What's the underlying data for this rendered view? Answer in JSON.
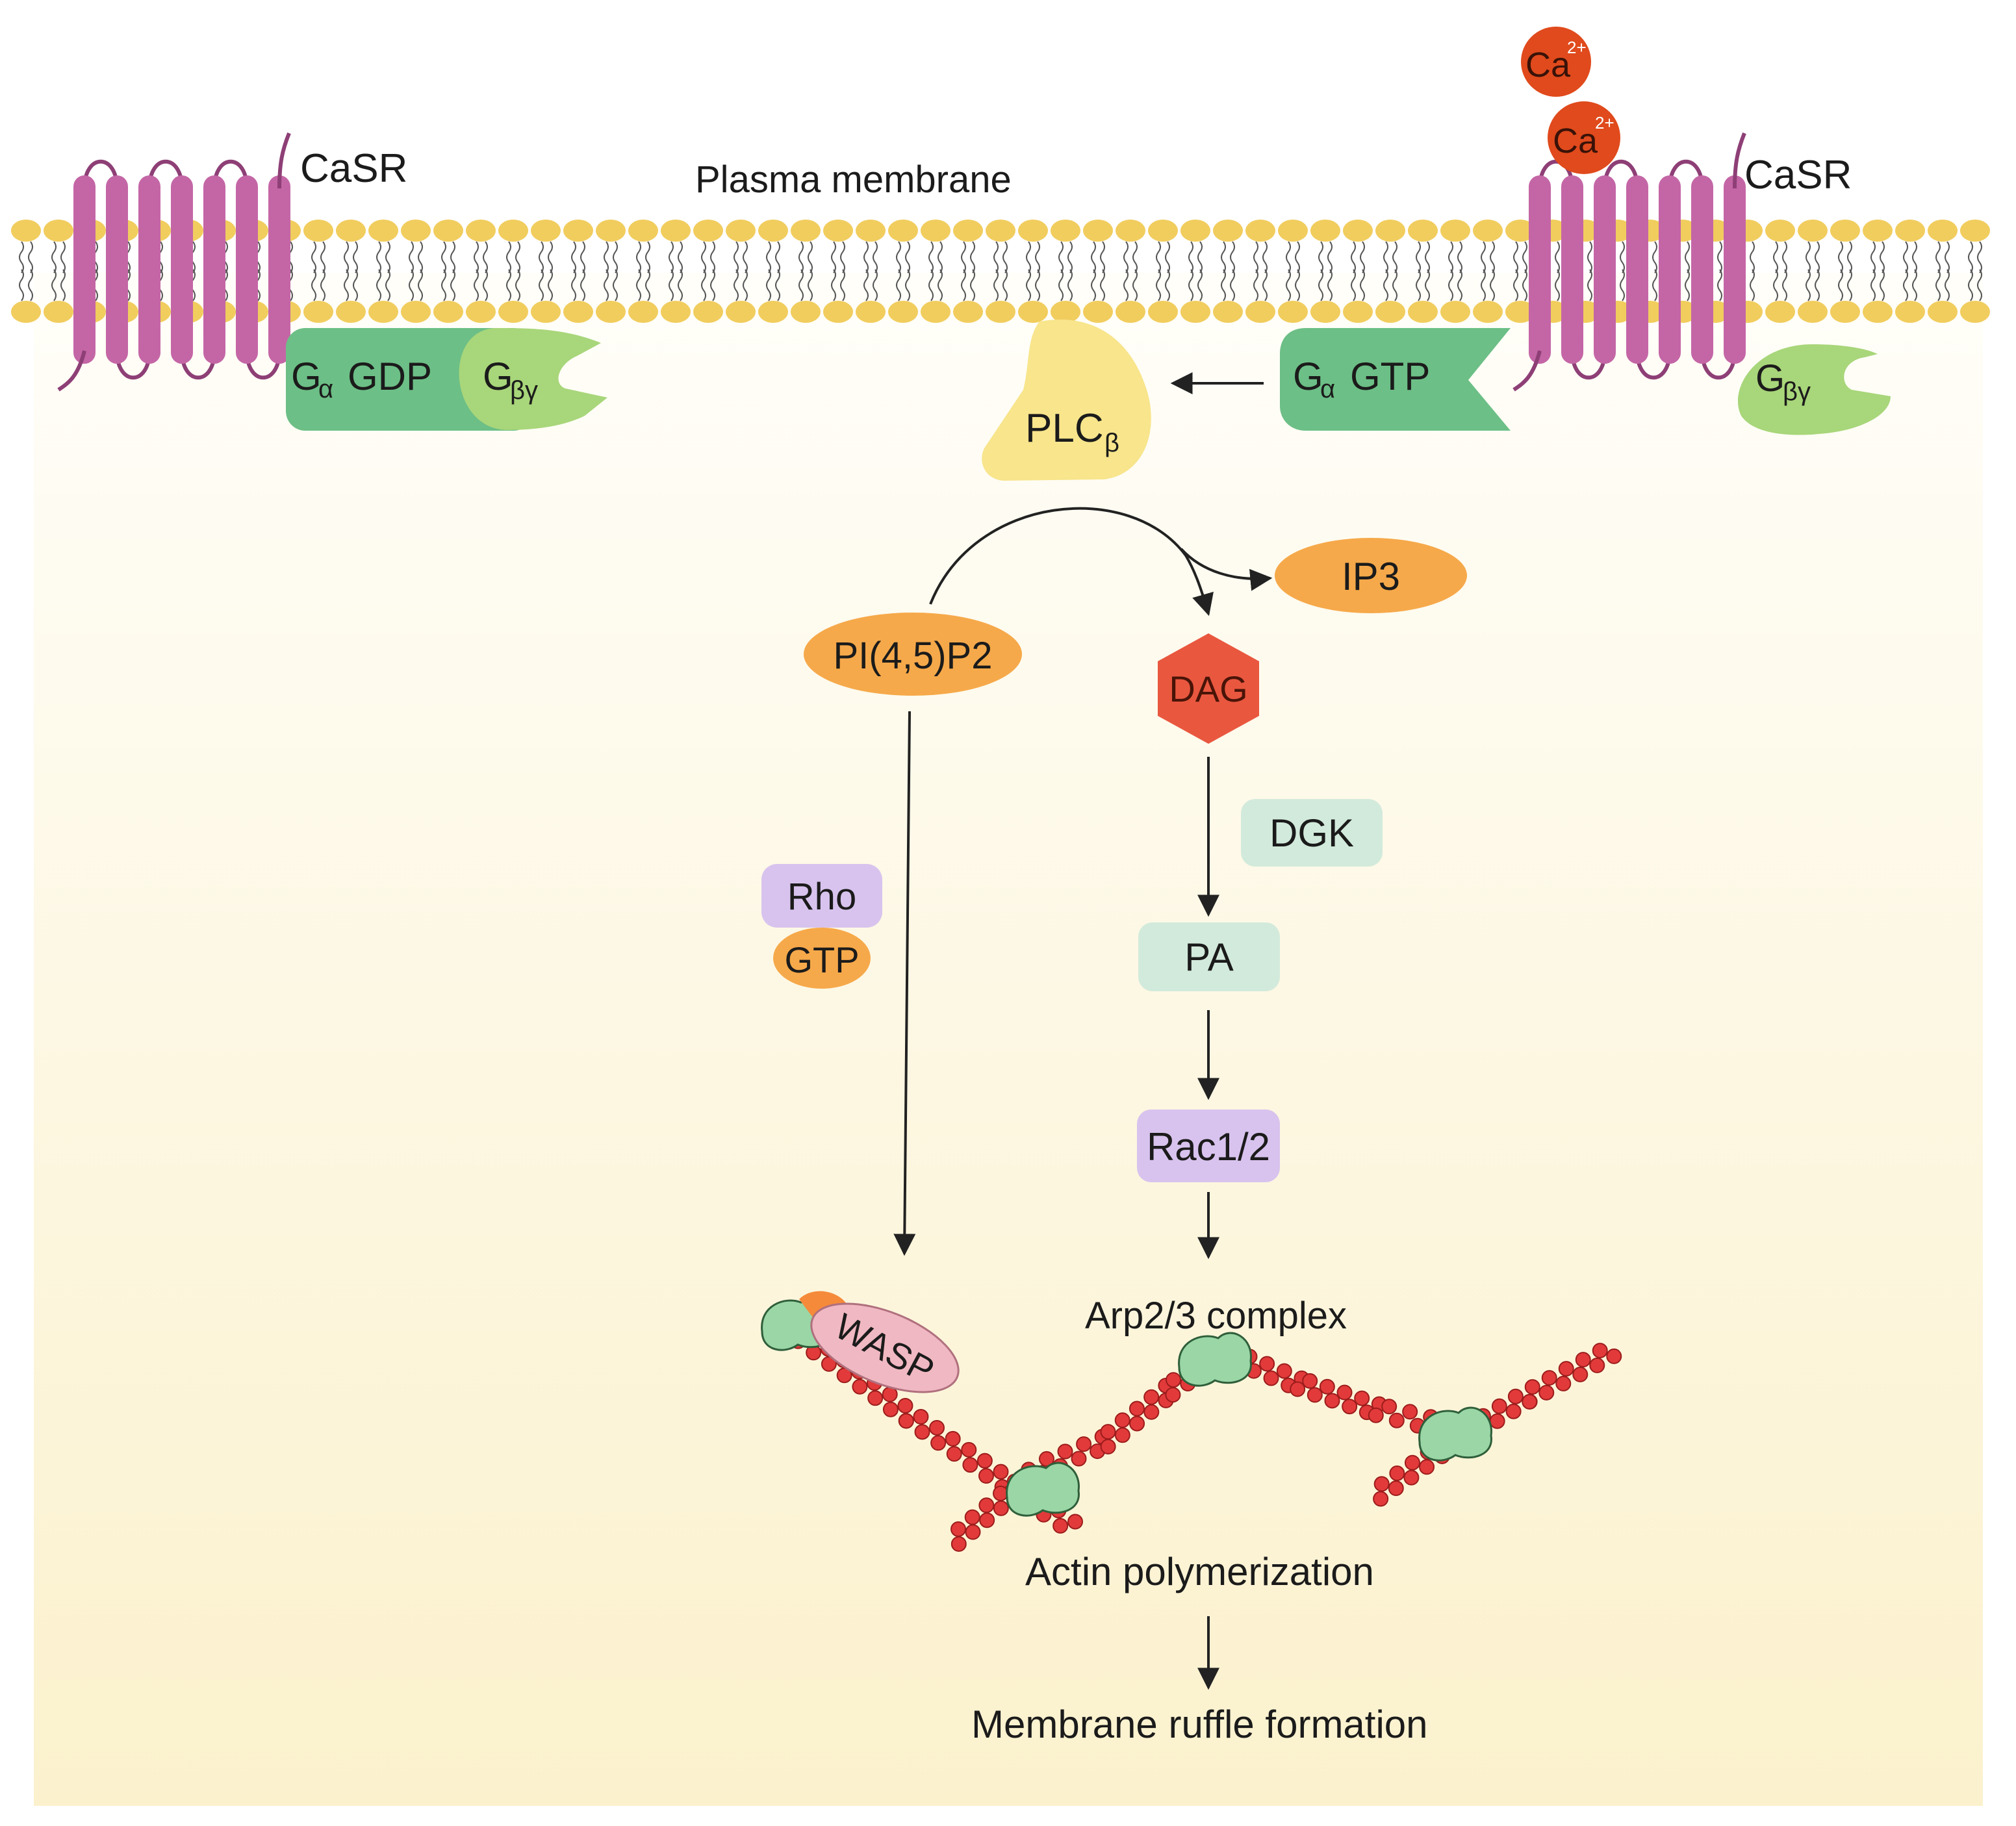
{
  "labels": {
    "casr_left": "CaSR",
    "casr_right": "CaSR",
    "plasma_membrane": "Plasma membrane",
    "ca_ion": "Ca",
    "ca_charge": "2+",
    "g_main": "G",
    "alpha_sub": "α",
    "beta_gamma_sub": "βγ",
    "gdp": "GDP",
    "gtp_g": "GTP",
    "plc": "PLC",
    "beta_sub": "β",
    "ip3": "IP3",
    "pip2": "PI(4,5)P2",
    "dag": "DAG",
    "dgk": "DGK",
    "rho": "Rho",
    "rho_gtp": "GTP",
    "pa": "PA",
    "rac": "Rac1/2",
    "arp": "Arp2/3 complex",
    "wasp": "WASP",
    "actin": "Actin polymerization",
    "ruffle": "Membrane ruffle formation"
  },
  "colors": {
    "membrane_head": "#f1cd5e",
    "receptor": "#c466a6",
    "receptor_dark": "#8e3f76",
    "g_alpha": "#6cbf86",
    "g_betagamma": "#a8d67a",
    "plc": "#f8e58c",
    "orange": "#f6a94a",
    "dag": "#e9573f",
    "ca": "#e04a1c",
    "mint": "#d2eadb",
    "lavender": "#d8c3ee",
    "actin": "#e23a3a",
    "arp": "#9ad6a6",
    "wasp": "#f0b8c2",
    "arrow": "#222222"
  }
}
